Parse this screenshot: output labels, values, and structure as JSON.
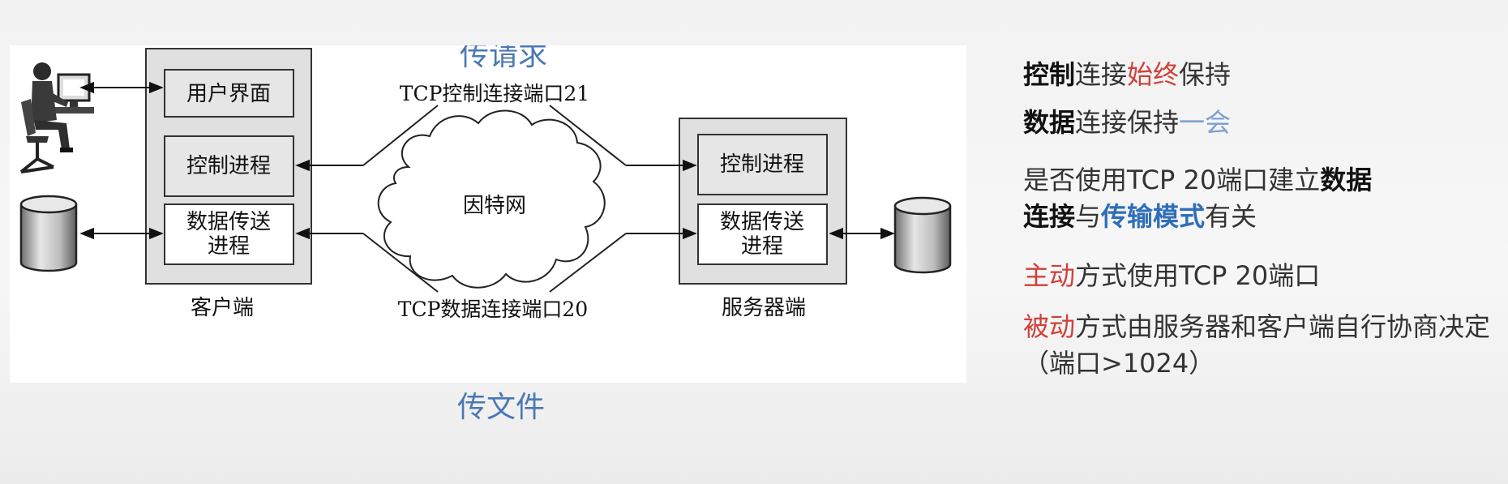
{
  "diagram": {
    "client": {
      "ui_box": "用户界面",
      "control_box": "控制进程",
      "data_box_line1": "数据传送",
      "data_box_line2": "进程",
      "label": "客户端"
    },
    "server": {
      "control_box": "控制进程",
      "data_box_line1": "数据传送",
      "data_box_line2": "进程",
      "label": "服务器端"
    },
    "network_label": "因特网",
    "control_port_label": "TCP控制连接端口21",
    "data_port_label": "TCP数据连接端口20",
    "annotation_top": "传请求",
    "annotation_bottom": "传文件",
    "colors": {
      "annotation": "#4a78b5",
      "panel_gray": "#e0e0e0"
    }
  },
  "notes": {
    "line1": {
      "a": "控制",
      "b": "连接",
      "c": "始终",
      "d": "保持"
    },
    "line2": {
      "a": "数据",
      "b": "连接保持",
      "c": "一会"
    },
    "line3": {
      "a": "是否使用TCP 20端口建立",
      "b": "数据",
      "c": "连接",
      "d": "与",
      "e": "传输模式",
      "f": "有关"
    },
    "line4": {
      "a": "主动",
      "b": "方式使用TCP 20端口"
    },
    "line5": {
      "a": "被动",
      "b": "方式由服务器和客户端自行协商决定（端口>1024）"
    },
    "colors": {
      "red": "#d0403a",
      "light_blue": "#7f9fd0",
      "dark_blue": "#2f6fb8"
    }
  }
}
